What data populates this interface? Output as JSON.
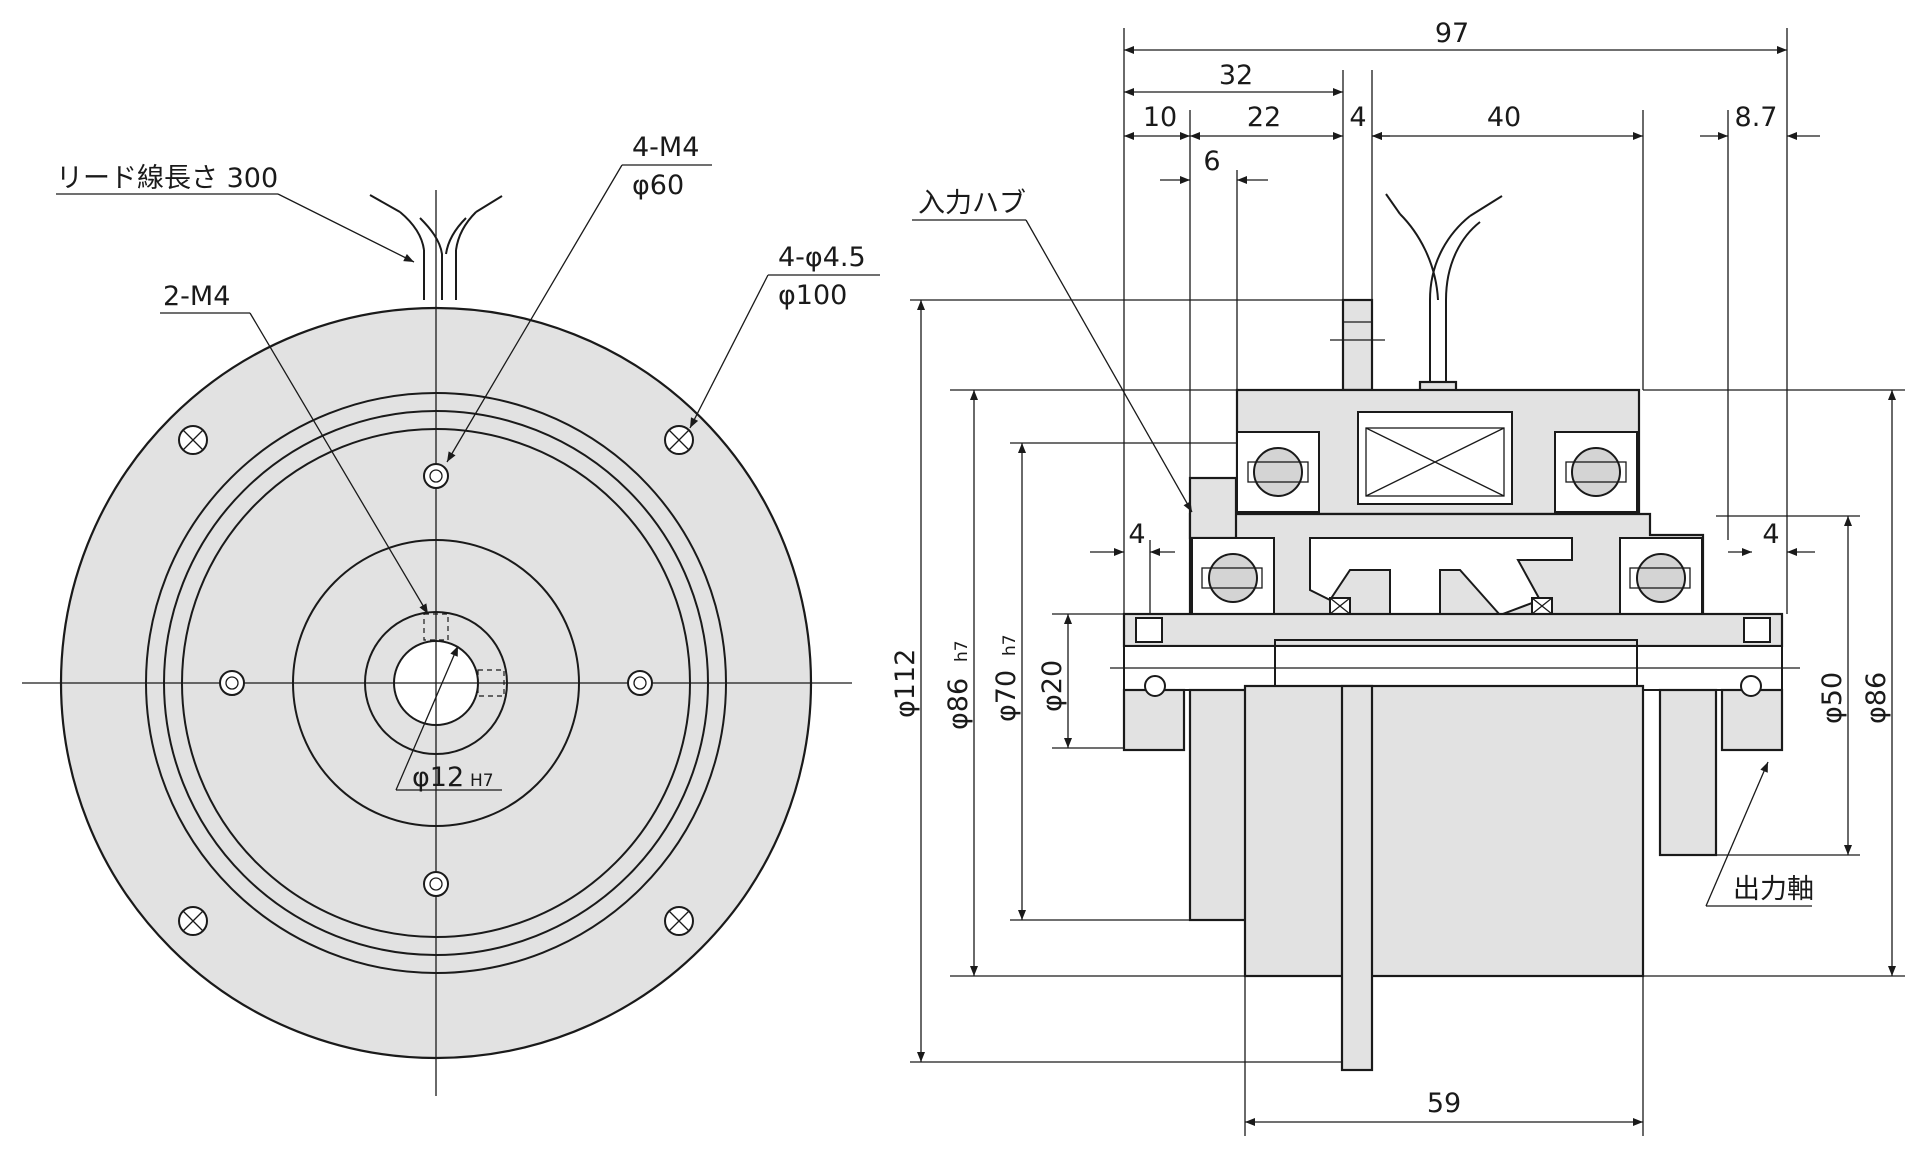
{
  "front_view": {
    "lead_wire": "リード線長さ 300",
    "tapped_holes_pcd60_count": "4-M4",
    "tapped_holes_pcd60_diameter": "φ60",
    "mounting_holes_count": "4-φ4.5",
    "mounting_holes_pcd": "φ100",
    "hub_tapped_holes": "2-M4",
    "bore_diameter": "φ12",
    "bore_tolerance": "H7"
  },
  "side_view": {
    "overall_length": "97",
    "dim_32": "32",
    "dim_10": "10",
    "dim_22": "22",
    "dim_4_top": "4",
    "dim_40": "40",
    "dim_8_7": "8.7",
    "dim_6": "6",
    "input_hub": "入力ハブ",
    "output_shaft": "出力軸",
    "dim_4_left": "4",
    "dim_4_right": "4",
    "dia_112": "φ112",
    "dia_86h7": "φ86",
    "dia_86h7_tol": "h7",
    "dia_70h7": "φ70",
    "dia_70h7_tol": "h7",
    "dia_20": "φ20",
    "dia_50": "φ50",
    "dia_86": "φ86",
    "dim_59": "59"
  }
}
